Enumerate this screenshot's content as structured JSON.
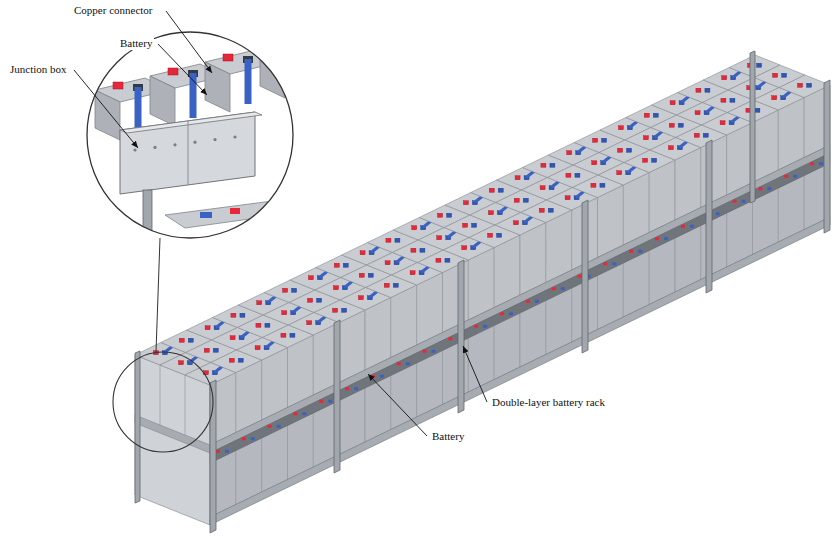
{
  "diagram": {
    "labels": [
      "Copper connector",
      "Battery",
      "Junction box",
      "Double-layer battery rack",
      "Battery"
    ]
  }
}
